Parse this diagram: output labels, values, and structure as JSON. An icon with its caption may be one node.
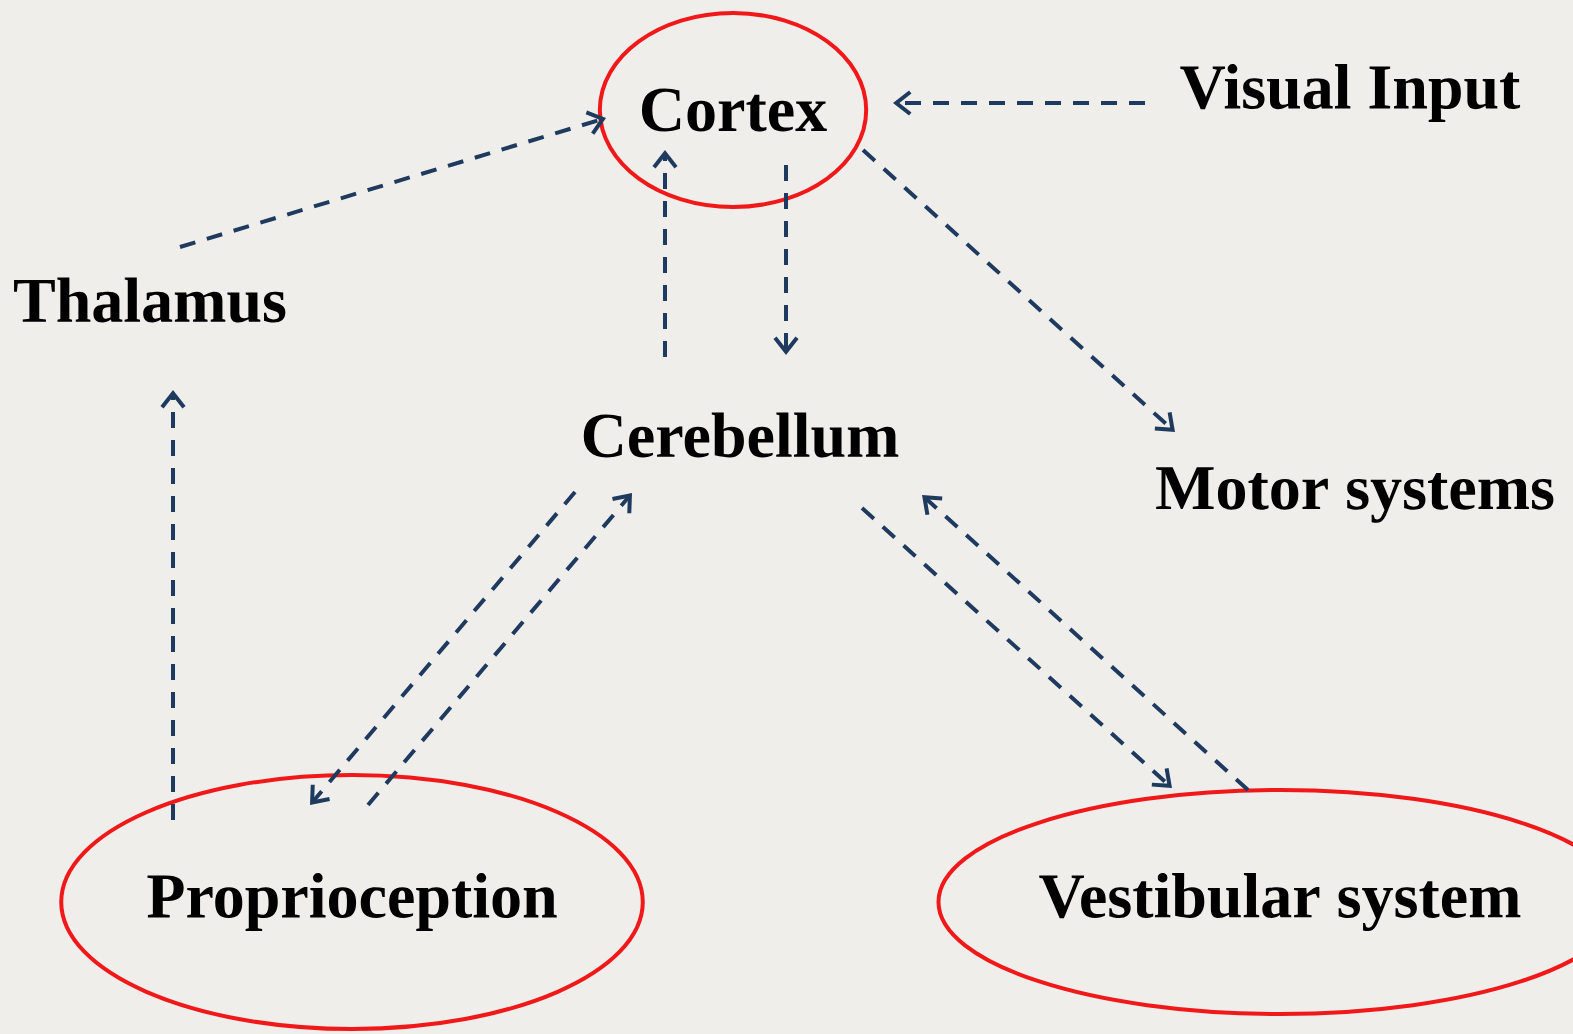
{
  "diagram": {
    "nodes": [
      {
        "text": [
          "Cortex"
        ]
      },
      {
        "text": [
          "Visual Input"
        ]
      },
      {
        "text": [
          "Thalamus"
        ]
      },
      {
        "text": [
          "Cerebellum"
        ]
      },
      {
        "text": [
          "Motor systems"
        ]
      },
      {
        "text": [
          "Proprioception"
        ]
      },
      {
        "text": [
          "Vestibular system"
        ]
      }
    ],
    "edges": [
      {
        "from": 1,
        "to": 0,
        "arrow": "to",
        "style": "dashed"
      },
      {
        "from": 2,
        "to": 0,
        "arrow": "to",
        "style": "dashed"
      },
      {
        "from": 3,
        "to": 0,
        "arrow": "to",
        "style": "dashed"
      },
      {
        "from": 0,
        "to": 3,
        "arrow": "to",
        "style": "dashed"
      },
      {
        "from": 0,
        "to": 4,
        "arrow": "to",
        "style": "dashed"
      },
      {
        "from": 5,
        "to": 2,
        "arrow": "to",
        "style": "dashed"
      },
      {
        "from": 3,
        "to": 5,
        "arrow": "to",
        "style": "dashed"
      },
      {
        "from": 5,
        "to": 3,
        "arrow": "to",
        "style": "dashed"
      },
      {
        "from": 3,
        "to": 6,
        "arrow": "to",
        "style": "dashed"
      },
      {
        "from": 6,
        "to": 3,
        "arrow": "to",
        "style": "dashed"
      }
    ]
  }
}
